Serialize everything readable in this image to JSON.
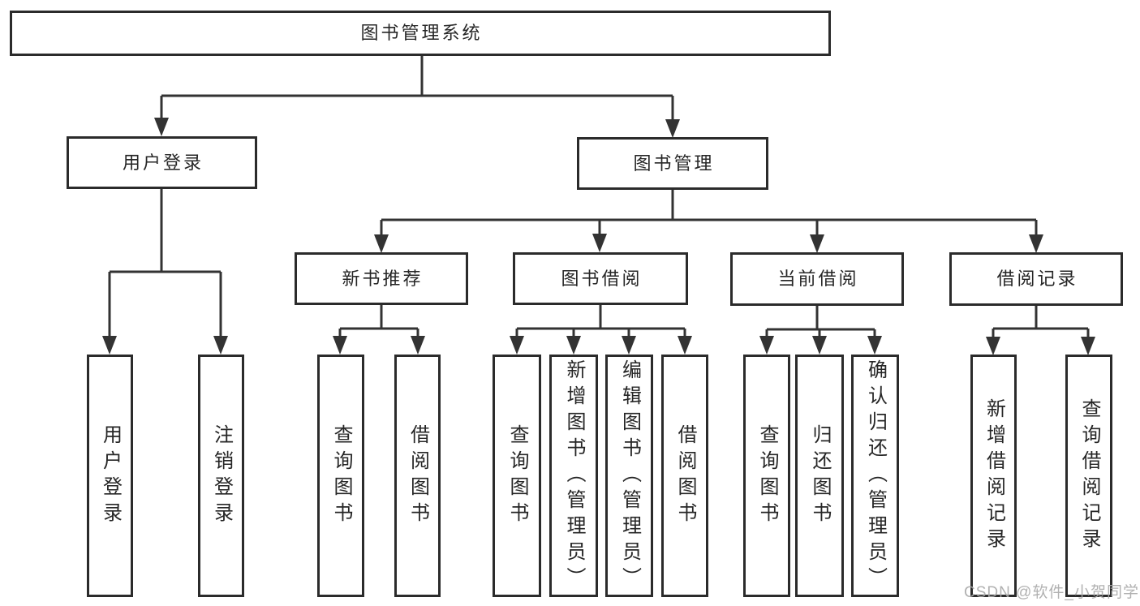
{
  "theme": {
    "canvas_bg": "#ffffff",
    "box_bg": "#ffffff",
    "border": "#2b2b2b",
    "line": "#333333",
    "text": "#262626",
    "watermark": "#a9a9a9"
  },
  "diagram": {
    "root": "图书管理系统",
    "level1": {
      "user_login": "用户登录",
      "book_mgmt": "图书管理"
    },
    "level2": {
      "new_book_rec": "新书推荐",
      "book_borrow": "图书借阅",
      "current_borrow": "当前借阅",
      "borrow_records": "借阅记录"
    },
    "leaves": {
      "user_login_login": "用户登录",
      "user_login_logout": "注销登录",
      "new_book_query": "查询图书",
      "new_book_borrow": "借阅图书",
      "borrow_query": "查询图书",
      "borrow_add": "新增图书（管理员）",
      "borrow_edit": "编辑图书（管理员）",
      "borrow_take": "借阅图书",
      "current_query": "查询图书",
      "current_return": "归还图书",
      "current_confirm": "确认归还（管理员）",
      "records_add": "新增借阅记录",
      "records_query": "查询借阅记录"
    }
  },
  "watermark": "CSDN @软件_小贺同学"
}
